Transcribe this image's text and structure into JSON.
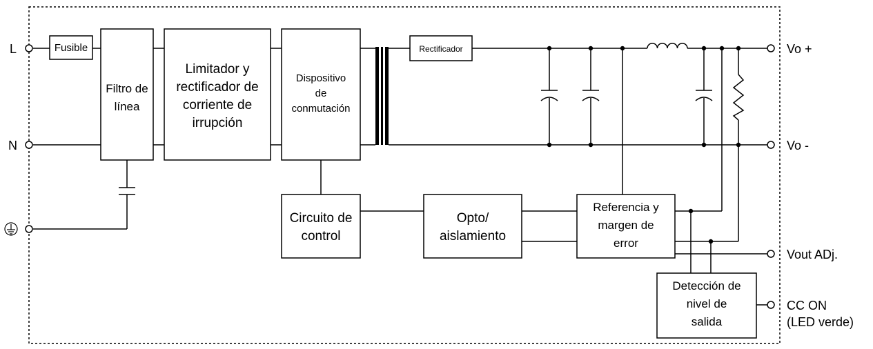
{
  "terminals": {
    "line": "L",
    "neutral": "N",
    "vo_plus": "Vo +",
    "vo_minus": "Vo -",
    "vout_adj": "Vout ADj.",
    "cc_on_1": "CC ON",
    "cc_on_2": "(LED verde)"
  },
  "blocks": {
    "fuse": "Fusible",
    "line_filter": [
      "Filtro de",
      "línea"
    ],
    "inrush_limiter": [
      "Limitador y",
      "rectificador de",
      "corriente de",
      "irrupción"
    ],
    "switching_device": [
      "Dispositivo",
      "de",
      "conmutación"
    ],
    "rectifier": "Rectificador",
    "control_circuit": [
      "Circuito de",
      "control"
    ],
    "opto_isolation": [
      "Opto/",
      "aislamiento"
    ],
    "reference_error": [
      "Referencia y",
      "margen de",
      "error"
    ],
    "level_detection": [
      "Detección de",
      "nivel de",
      "salida"
    ]
  },
  "icons": {
    "ground": "ground-icon",
    "transformer": "transformer-icon",
    "inductor": "inductor-icon",
    "capacitor": "capacitor-icon",
    "resistor": "resistor-icon"
  }
}
